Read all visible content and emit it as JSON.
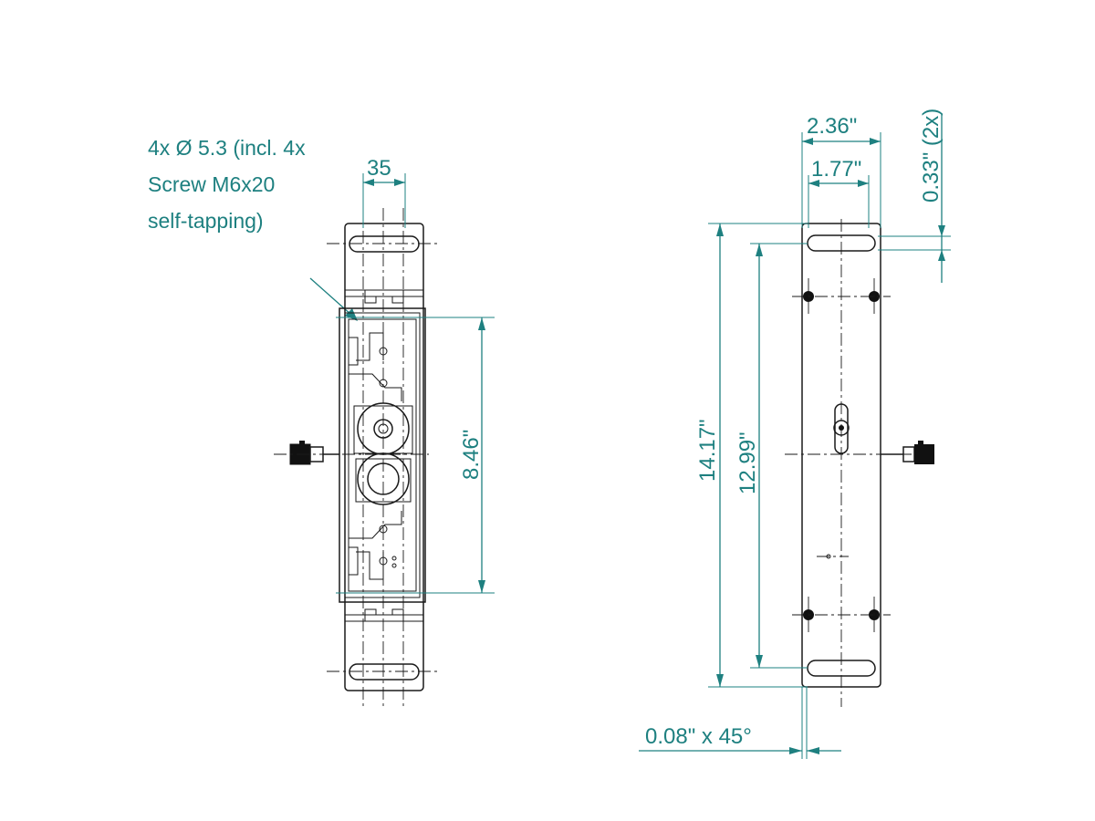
{
  "note": {
    "line1": "4x Ø 5.3  (incl. 4x",
    "line2": "Screw M6x20",
    "line3": "self-tapping)"
  },
  "dimensions": {
    "width_35": "35",
    "height_8_46": "8.46\"",
    "width_2_36": "2.36\"",
    "width_1_77": "1.77\"",
    "slot_0_33": "0.33\"  (2x)",
    "height_14_17": "14.17\"",
    "height_12_99": "12.99\"",
    "chamfer": "0.08\" x 45°"
  },
  "colors": {
    "dimension": "#1e8080",
    "part": "#1a1a1a"
  }
}
